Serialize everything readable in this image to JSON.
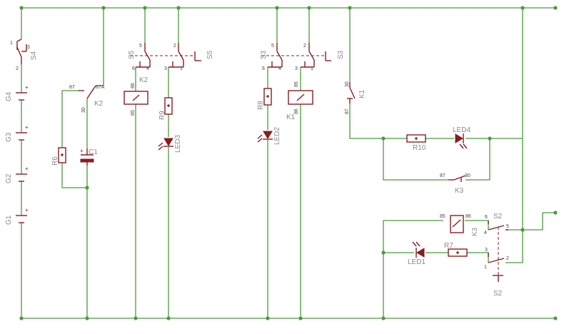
{
  "components": {
    "batteries": [
      {
        "name": "G4"
      },
      {
        "name": "G3"
      },
      {
        "name": "G2"
      },
      {
        "name": "G1"
      }
    ],
    "s4": {
      "name": "S4",
      "pins": [
        "1",
        "3",
        "2"
      ]
    },
    "k2_contact": {
      "name": "K2",
      "pins": [
        "87",
        "87A",
        "30"
      ]
    },
    "r6": {
      "name": "R6"
    },
    "c1": {
      "name": "C1"
    },
    "s5_left": {
      "name": "S5",
      "pins": [
        "5",
        "6",
        "4"
      ]
    },
    "s5_right": {
      "name": "S5",
      "pins": [
        "2",
        "3",
        "1"
      ]
    },
    "k2_coil": {
      "name": "K2",
      "pins": [
        "86",
        "85"
      ]
    },
    "r9": {
      "name": "R9"
    },
    "led3": {
      "name": "LED3"
    },
    "s3_left": {
      "name": "S3",
      "pins": [
        "5",
        "6",
        "4"
      ]
    },
    "s3_right": {
      "name": "S3",
      "pins": [
        "2",
        "3",
        "1"
      ]
    },
    "r8": {
      "name": "R8"
    },
    "led2": {
      "name": "LED2"
    },
    "k1_coil": {
      "name": "K1",
      "pins": [
        "85",
        "86"
      ]
    },
    "k1_contact": {
      "name": "K1",
      "pins": [
        "30",
        "87"
      ]
    },
    "r10": {
      "name": "R10"
    },
    "led4": {
      "name": "LED4"
    },
    "k3_contact": {
      "name": "K3",
      "pins": [
        "87",
        "30"
      ]
    },
    "k3_coil": {
      "name": "K3",
      "pins": [
        "85",
        "86"
      ]
    },
    "s2_top": {
      "name": "S2",
      "pins": [
        "6",
        "5",
        "4"
      ]
    },
    "s2_bottom": {
      "name": "S2",
      "pins": [
        "3",
        "2",
        "1"
      ]
    },
    "led1": {
      "name": "LED1"
    },
    "r7": {
      "name": "R7"
    }
  },
  "colors": {
    "wire": "#4a9b3c",
    "component": "#8a1c20",
    "label": "#8a8a8a"
  }
}
